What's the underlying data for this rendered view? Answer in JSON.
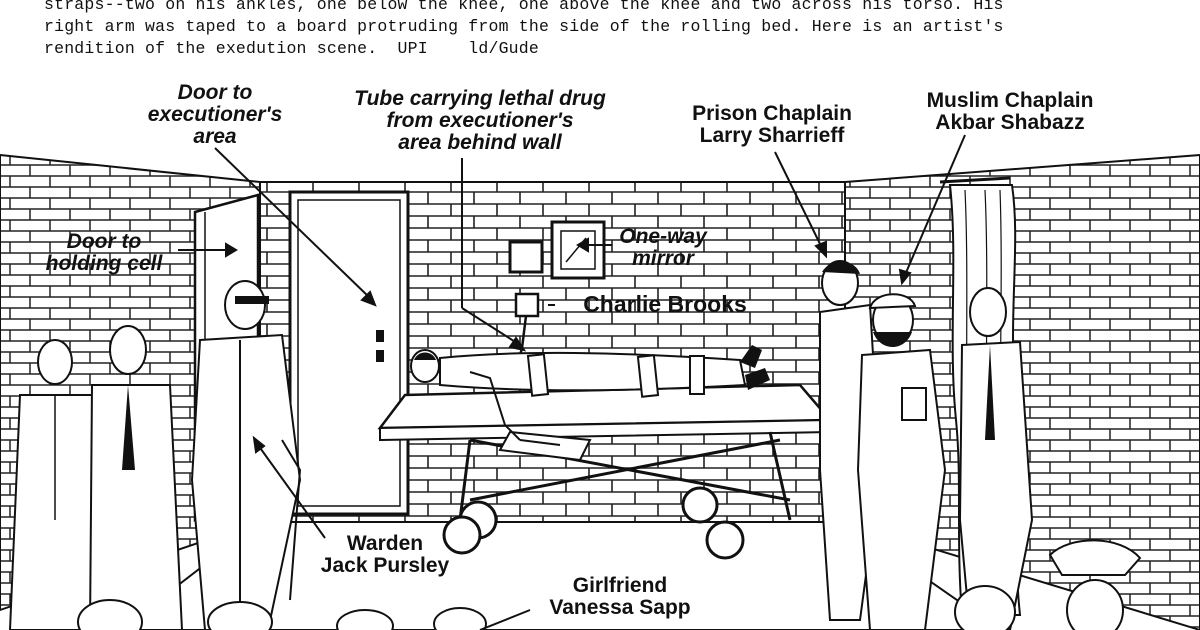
{
  "caption": {
    "line1": "straps--two on his ankles, one below the knee, one above the knee and two across his torso. His",
    "line2": "right arm was taped to a board protruding from the side of the rolling bed. Here is an artist's",
    "line3": "rendition of the exedution scene.  UPI    ld/Gude"
  },
  "labels": {
    "door_exec_1": "Door to",
    "door_exec_2": "executioner's",
    "door_exec_3": "area",
    "tube_1": "Tube carrying lethal drug",
    "tube_2": "from executioner's",
    "tube_3": "area behind wall",
    "prison_chaplain_1": "Prison Chaplain",
    "prison_chaplain_2": "Larry Sharrieff",
    "muslim_chaplain_1": "Muslim Chaplain",
    "muslim_chaplain_2": "Akbar Shabazz",
    "door_holding_1": "Door to",
    "door_holding_2": "holding cell",
    "mirror_1": "One-way",
    "mirror_2": "mirror",
    "inmate": "Charlie Brooks",
    "warden_1": "Warden",
    "warden_2": "Jack Pursley",
    "girlfriend_1": "Girlfriend",
    "girlfriend_2": "Vanessa Sapp"
  },
  "colors": {
    "ink": "#111111",
    "paper": "#ffffff"
  }
}
